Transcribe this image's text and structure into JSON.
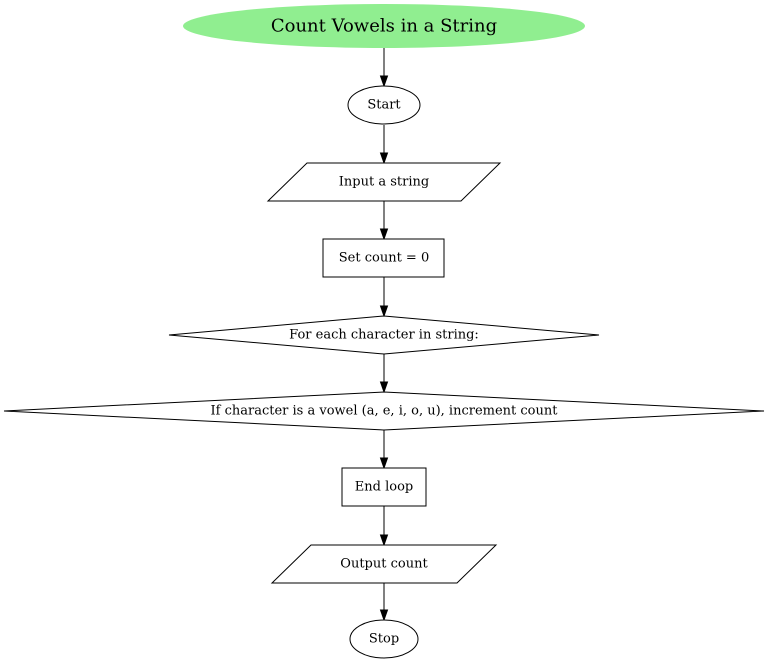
{
  "diagram": {
    "type": "flowchart",
    "colors": {
      "title_fill": "#90ee90",
      "node_fill": "#ffffff",
      "stroke": "#000000",
      "text": "#000000"
    },
    "title": "Count Vowels in a String",
    "nodes": [
      {
        "id": "start",
        "shape": "ellipse",
        "label": "Start"
      },
      {
        "id": "input",
        "shape": "parallelogram",
        "label": "Input a string"
      },
      {
        "id": "init",
        "shape": "rectangle",
        "label": "Set count = 0"
      },
      {
        "id": "loop",
        "shape": "diamond",
        "label": "For each character in string:"
      },
      {
        "id": "check",
        "shape": "diamond",
        "label": "If character is a vowel (a, e, i, o, u), increment count"
      },
      {
        "id": "endloop",
        "shape": "rectangle",
        "label": "End loop"
      },
      {
        "id": "output",
        "shape": "parallelogram",
        "label": "Output count"
      },
      {
        "id": "stop",
        "shape": "ellipse",
        "label": "Stop"
      }
    ],
    "edges": [
      {
        "from": "title",
        "to": "start"
      },
      {
        "from": "start",
        "to": "input"
      },
      {
        "from": "input",
        "to": "init"
      },
      {
        "from": "init",
        "to": "loop"
      },
      {
        "from": "loop",
        "to": "check"
      },
      {
        "from": "check",
        "to": "endloop"
      },
      {
        "from": "endloop",
        "to": "output"
      },
      {
        "from": "output",
        "to": "stop"
      }
    ]
  }
}
